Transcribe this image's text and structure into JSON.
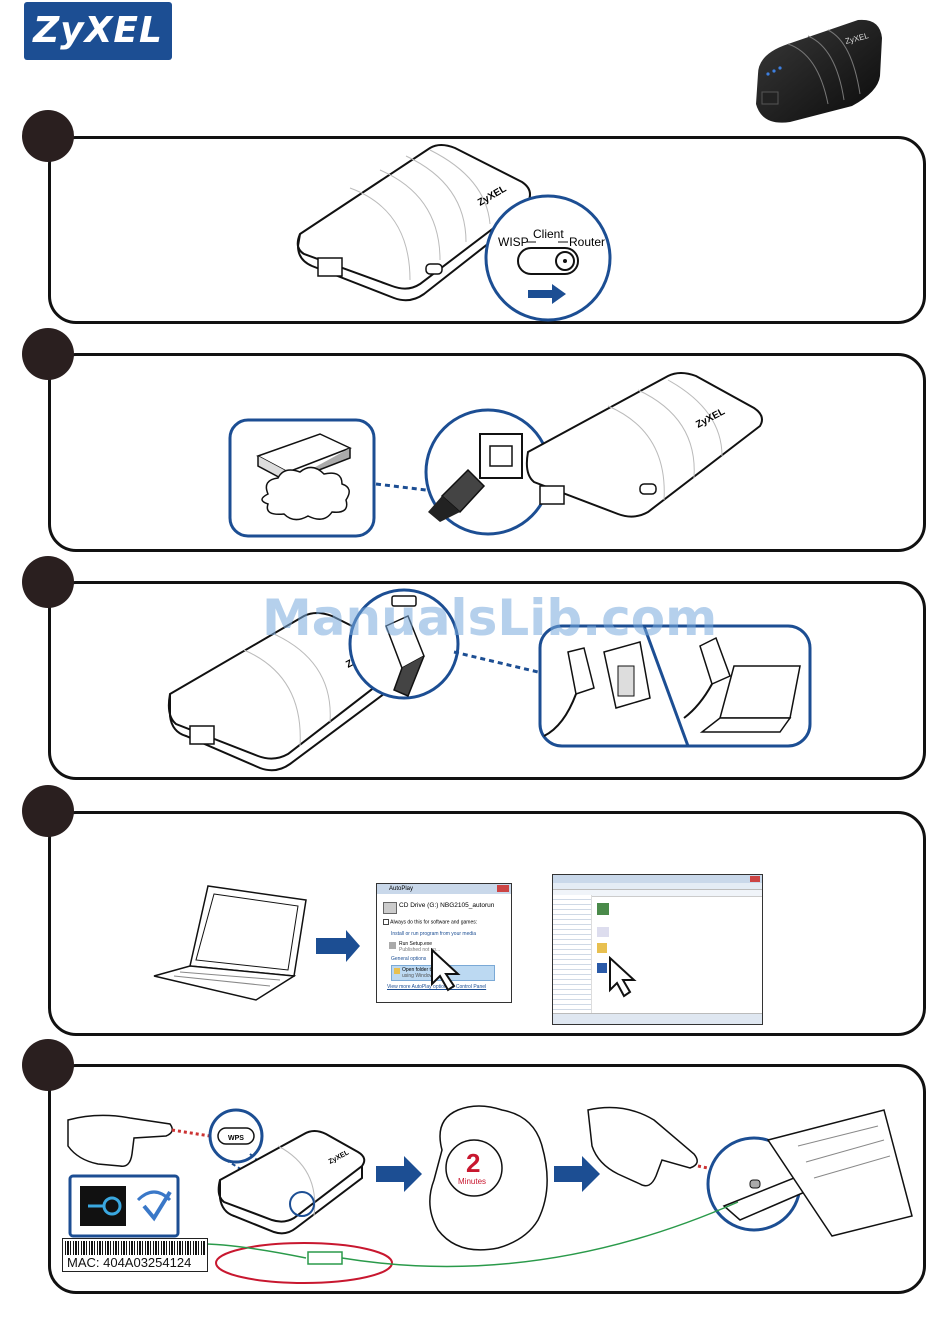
{
  "brand": {
    "logo_text": "ZyXEL"
  },
  "watermark": "ManualsLib.com",
  "step1": {
    "device_brand": "ZyXEL",
    "switch_labels": {
      "left": "WISP",
      "middle": "Client",
      "right": "Router"
    }
  },
  "step2": {
    "device_brand": "ZyXEL"
  },
  "step3": {
    "device_brand": "ZyXEL"
  },
  "step4": {
    "autoplay": {
      "window_title": "AutoPlay",
      "drive_label": "CD Drive (G:) NBG2105_autorun",
      "checkbox_label": "Always do this for software and games:",
      "section_install": "Install or run program from your media",
      "run_setup_label": "Run Setup.exe",
      "run_setup_sub": "Published not sp...",
      "section_general": "General options",
      "open_folder_label": "Open folder to",
      "open_folder_sub": "using Windows",
      "control_panel_link": "View more AutoPlay options in Control Panel"
    }
  },
  "step5": {
    "wps_label": "WPS",
    "timer_number": "2",
    "timer_unit": "Minutes",
    "device_brand": "ZyXEL",
    "mac_label": "MAC: 404A03254124"
  }
}
